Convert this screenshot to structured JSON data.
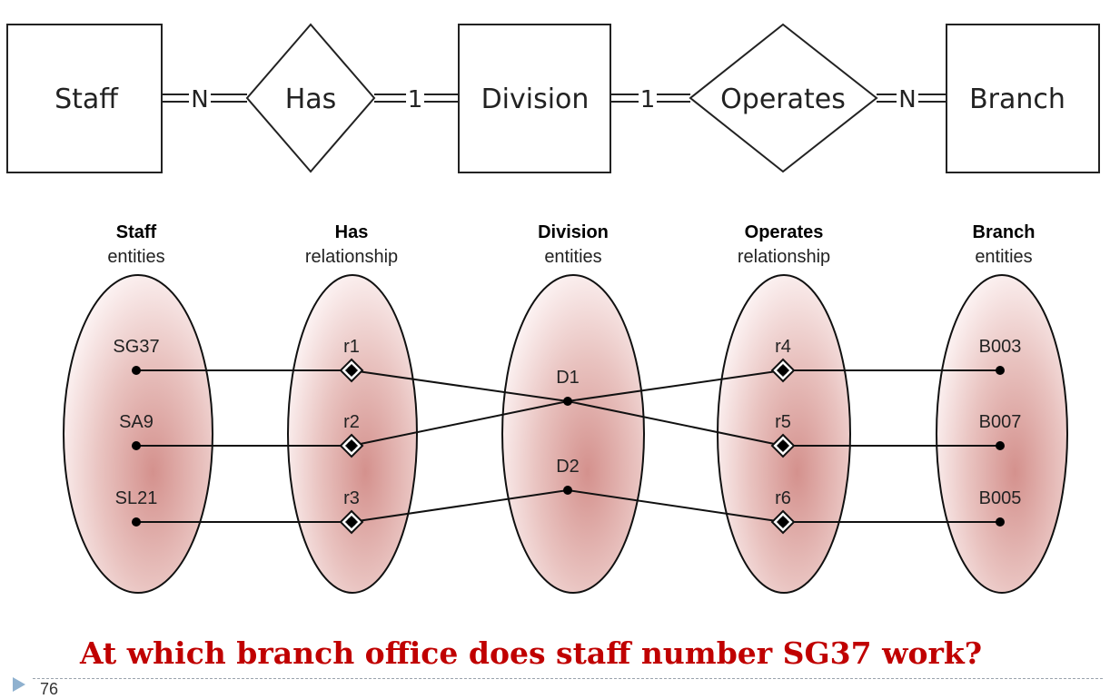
{
  "er_model": {
    "entities": {
      "staff": "Staff",
      "division": "Division",
      "branch": "Branch"
    },
    "relationships": {
      "has": "Has",
      "operates": "Operates"
    },
    "cardinalities": {
      "staff_has": "N",
      "has_division": "1",
      "division_operates": "1",
      "operates_branch": "N"
    }
  },
  "columns": [
    {
      "title": "Staff",
      "subtitle": "entities"
    },
    {
      "title": "Has",
      "subtitle": "relationship"
    },
    {
      "title": "Division",
      "subtitle": "entities"
    },
    {
      "title": "Operates",
      "subtitle": "relationship"
    },
    {
      "title": "Branch",
      "subtitle": "entities"
    }
  ],
  "instances": {
    "staff": [
      "SG37",
      "SA9",
      "SL21"
    ],
    "has": [
      "r1",
      "r2",
      "r3"
    ],
    "division": [
      "D1",
      "D2"
    ],
    "operates": [
      "r4",
      "r5",
      "r6"
    ],
    "branch": [
      "B003",
      "B007",
      "B005"
    ]
  },
  "links": [
    {
      "from": "SG37",
      "to": "r1"
    },
    {
      "from": "SA9",
      "to": "r2"
    },
    {
      "from": "SL21",
      "to": "r3"
    },
    {
      "from": "r1",
      "to": "D1"
    },
    {
      "from": "r2",
      "to": "D1"
    },
    {
      "from": "r3",
      "to": "D2"
    },
    {
      "from": "D1",
      "to": "r4"
    },
    {
      "from": "D1",
      "to": "r5"
    },
    {
      "from": "D2",
      "to": "r6"
    },
    {
      "from": "r4",
      "to": "B003"
    },
    {
      "from": "r5",
      "to": "B007"
    },
    {
      "from": "r6",
      "to": "B005"
    }
  ],
  "question": "At which branch office does staff number SG37 work?",
  "page_number": "76",
  "colors": {
    "question": "#C00000",
    "ellipse_fill_inner": "#d99a96",
    "ellipse_fill_outer": "#fbeeee",
    "accent": "#8fb1cf"
  }
}
